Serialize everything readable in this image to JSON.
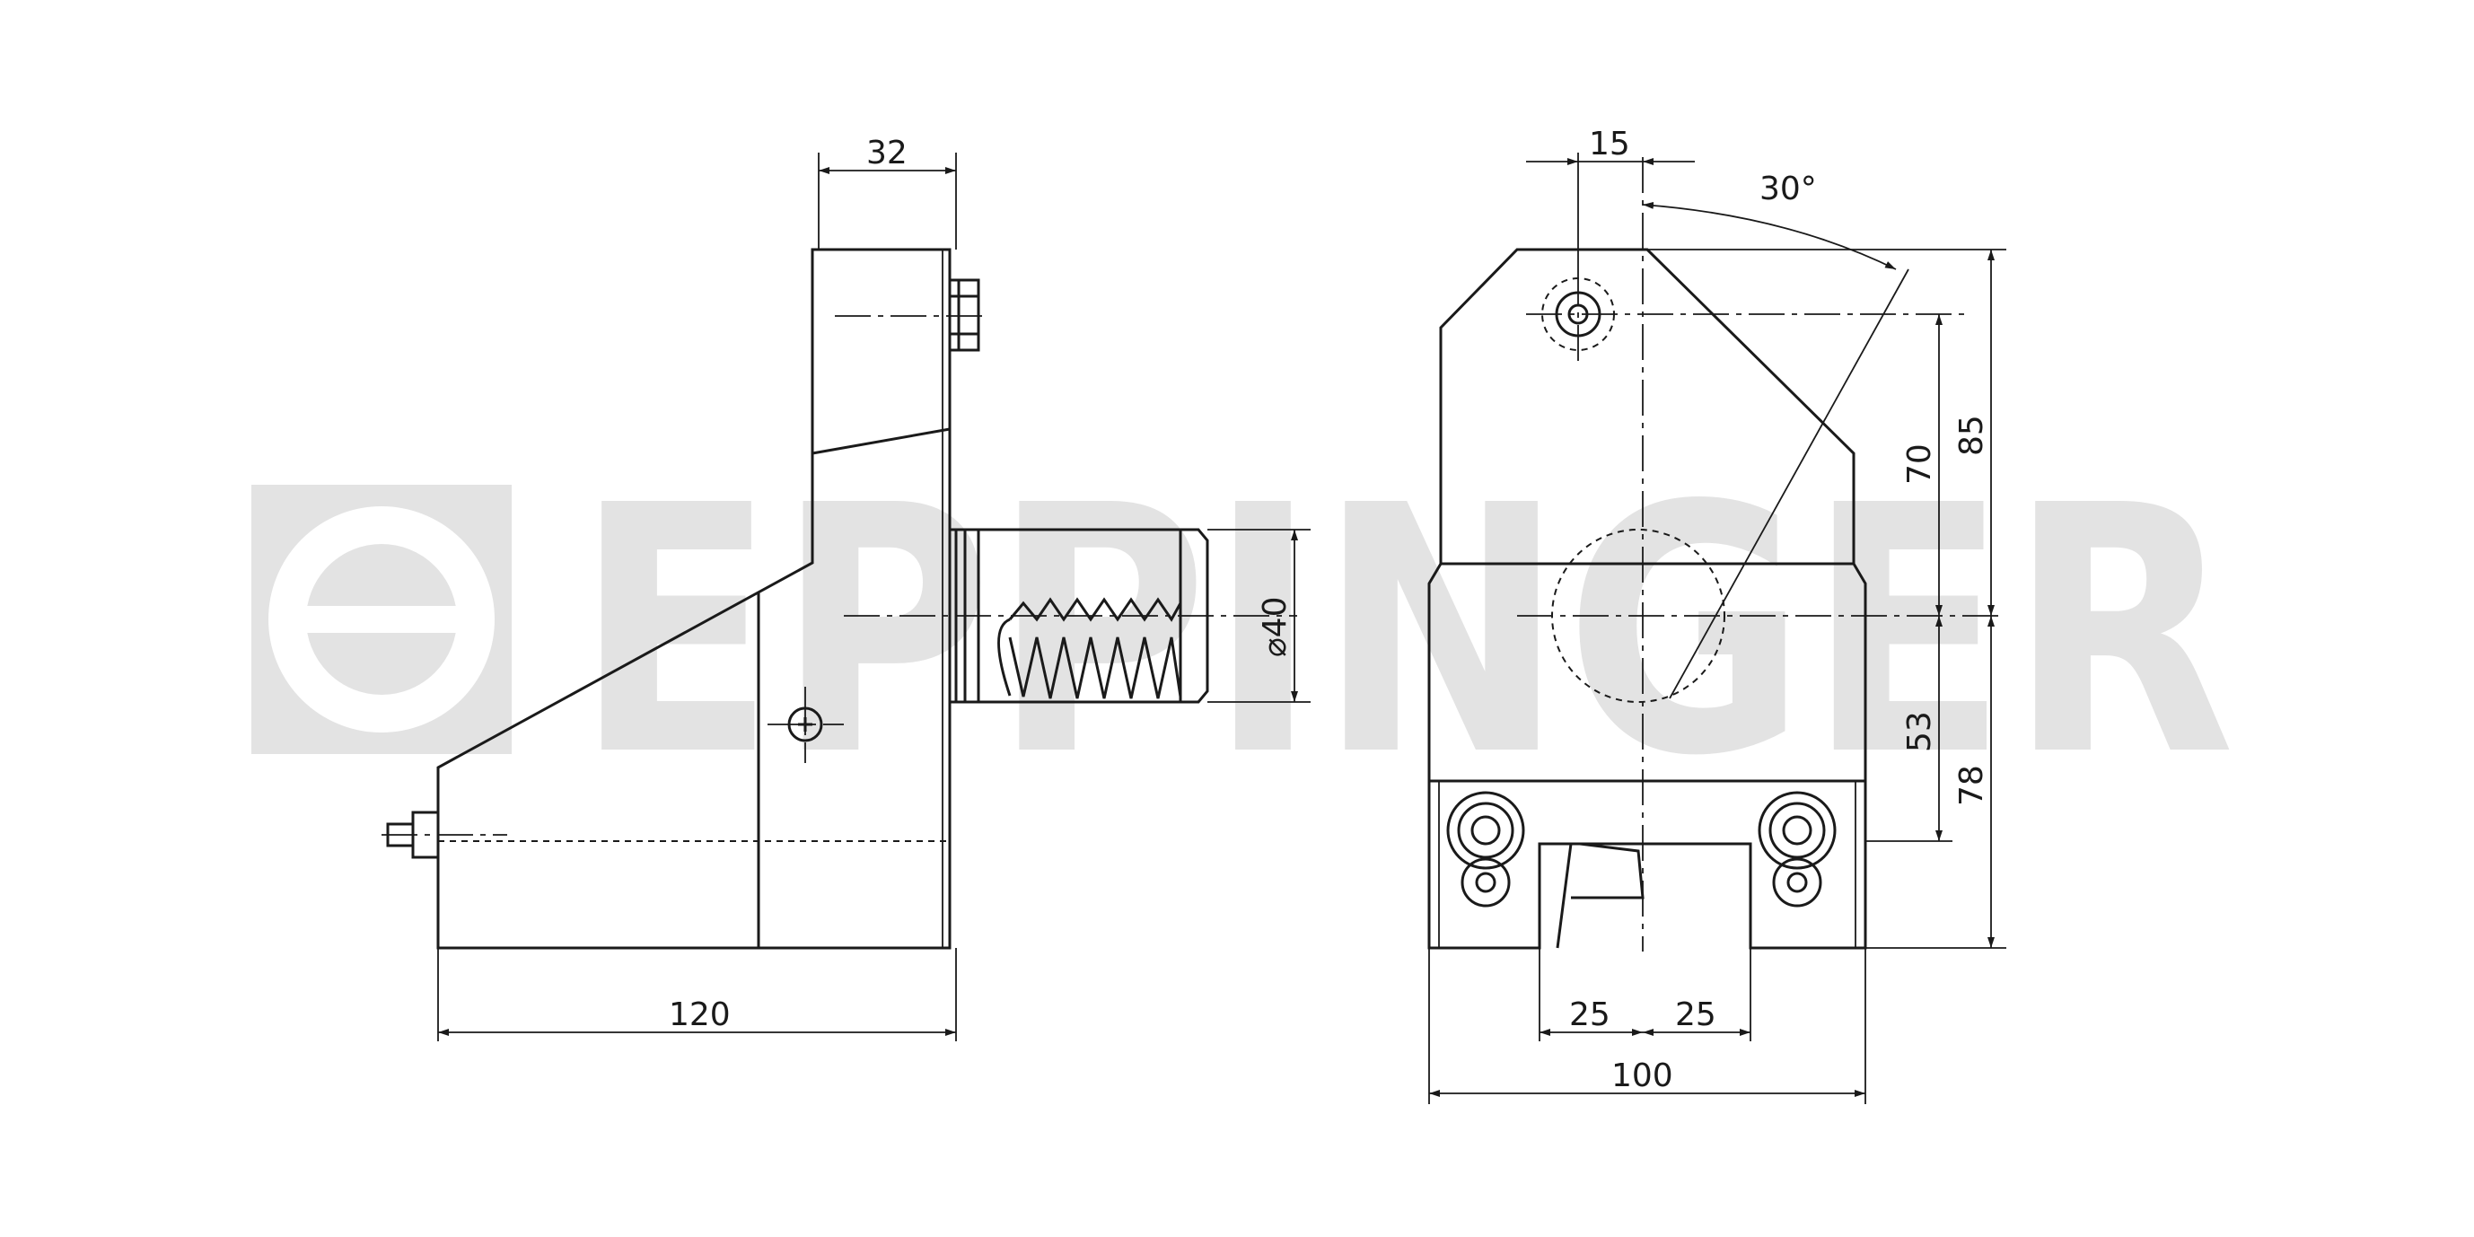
{
  "watermark": {
    "text": "EPPINGER",
    "color": "#e3e3e3"
  },
  "dimensions": {
    "side_top_width": "32",
    "side_bore_diameter": "⌀40",
    "side_total_width": "120",
    "front_offset": "15",
    "front_angle": "30°",
    "front_height_upper": "85",
    "front_height_screw": "70",
    "front_height_lower_inner": "53",
    "front_height_lower": "78",
    "front_slot_left": "25",
    "front_slot_right": "25",
    "front_total_width": "100"
  },
  "colors": {
    "line": "#1a1a1a",
    "background": "#ffffff"
  }
}
